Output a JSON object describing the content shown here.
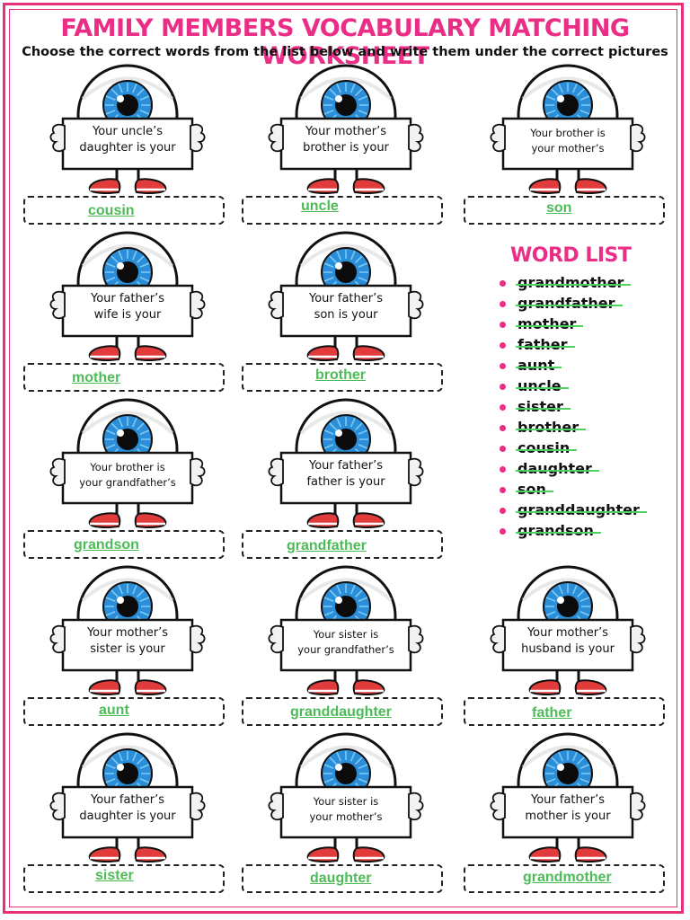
{
  "title": "FAMILY MEMBERS VOCABULARY MATCHING WORKSHEET",
  "subtitle": "Choose the correct words from the list below and write them under the correct pictures",
  "cells": [
    {
      "line1": "Your uncle’s",
      "line2": "daughter is your",
      "answer": "cousin"
    },
    {
      "line1": "Your mother’s",
      "line2": "brother is your",
      "answer": "uncle"
    },
    {
      "line1": "Your brother is",
      "line2": "your mother’s",
      "answer": "son"
    },
    {
      "line1": "Your father’s",
      "line2": "wife is your",
      "answer": "mother"
    },
    {
      "line1": "Your father’s",
      "line2": "son is your",
      "answer": "brother"
    },
    {
      "line1": "Your brother is",
      "line2": "your grandfather’s",
      "answer": "grandson"
    },
    {
      "line1": "Your father’s",
      "line2": "father is your",
      "answer": "grandfather"
    },
    {
      "line1": "Your mother’s",
      "line2": "sister is your",
      "answer": "aunt"
    },
    {
      "line1": "Your sister is",
      "line2": "your grandfather’s",
      "answer": "granddaughter"
    },
    {
      "line1": "Your mother’s",
      "line2": "husband is your",
      "answer": "father"
    },
    {
      "line1": "Your father’s",
      "line2": "daughter is your",
      "answer": "sister"
    },
    {
      "line1": "Your sister is",
      "line2": "your mother’s",
      "answer": "daughter"
    },
    {
      "line1": "Your father’s",
      "line2": "mother is your",
      "answer": "grandmother"
    }
  ],
  "word_list": {
    "title": "WORD LIST",
    "items": [
      "grandmother",
      "grandfather",
      "mother",
      "father",
      "aunt",
      "uncle",
      "sister",
      "brother",
      "cousin",
      "daughter",
      "son",
      "granddaughter",
      "grandson"
    ]
  },
  "colors": {
    "accent": "#ea2e86",
    "answer": "#4dbb57",
    "strike": "#4dd261",
    "iris": "#2a8fd8"
  }
}
